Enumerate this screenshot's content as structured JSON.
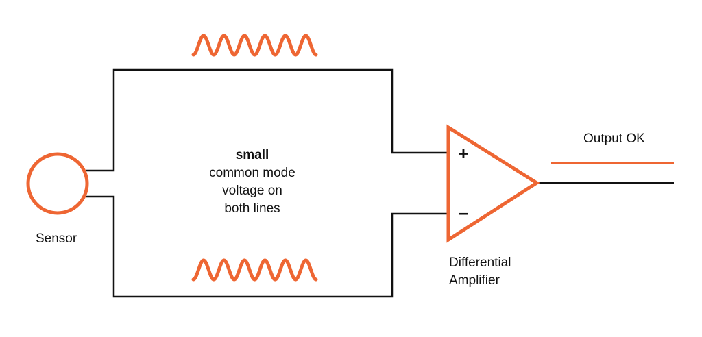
{
  "labels": {
    "sensor": "Sensor",
    "amplifier_line1": "Differential",
    "amplifier_line2": "Amplifier",
    "output": "Output OK",
    "plus_sign": "+",
    "minus_sign": "–"
  },
  "center_note": {
    "emphasis": "small",
    "line1": "common mode",
    "line2": "voltage on",
    "line3": "both lines"
  },
  "colors": {
    "accent": "#ee6633",
    "wire": "#111111"
  }
}
